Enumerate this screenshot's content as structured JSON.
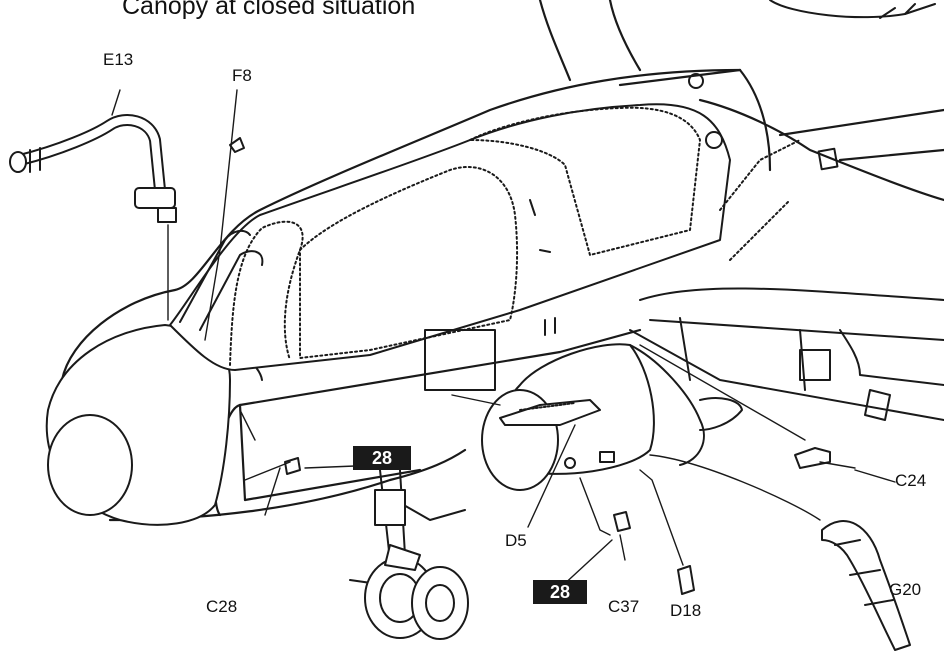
{
  "header": {
    "title": "Canopy at closed situation"
  },
  "parts": {
    "e13": "E13",
    "f8": "F8",
    "c24": "C24",
    "c28": "C28",
    "d5": "D5",
    "c37": "C37",
    "d18": "D18",
    "g20": "G20"
  },
  "steps": {
    "step_a": "28",
    "step_b": "28"
  },
  "colors": {
    "line": "#1a1a1a",
    "fill": "#ffffff",
    "badge": "#1a1a1a"
  }
}
